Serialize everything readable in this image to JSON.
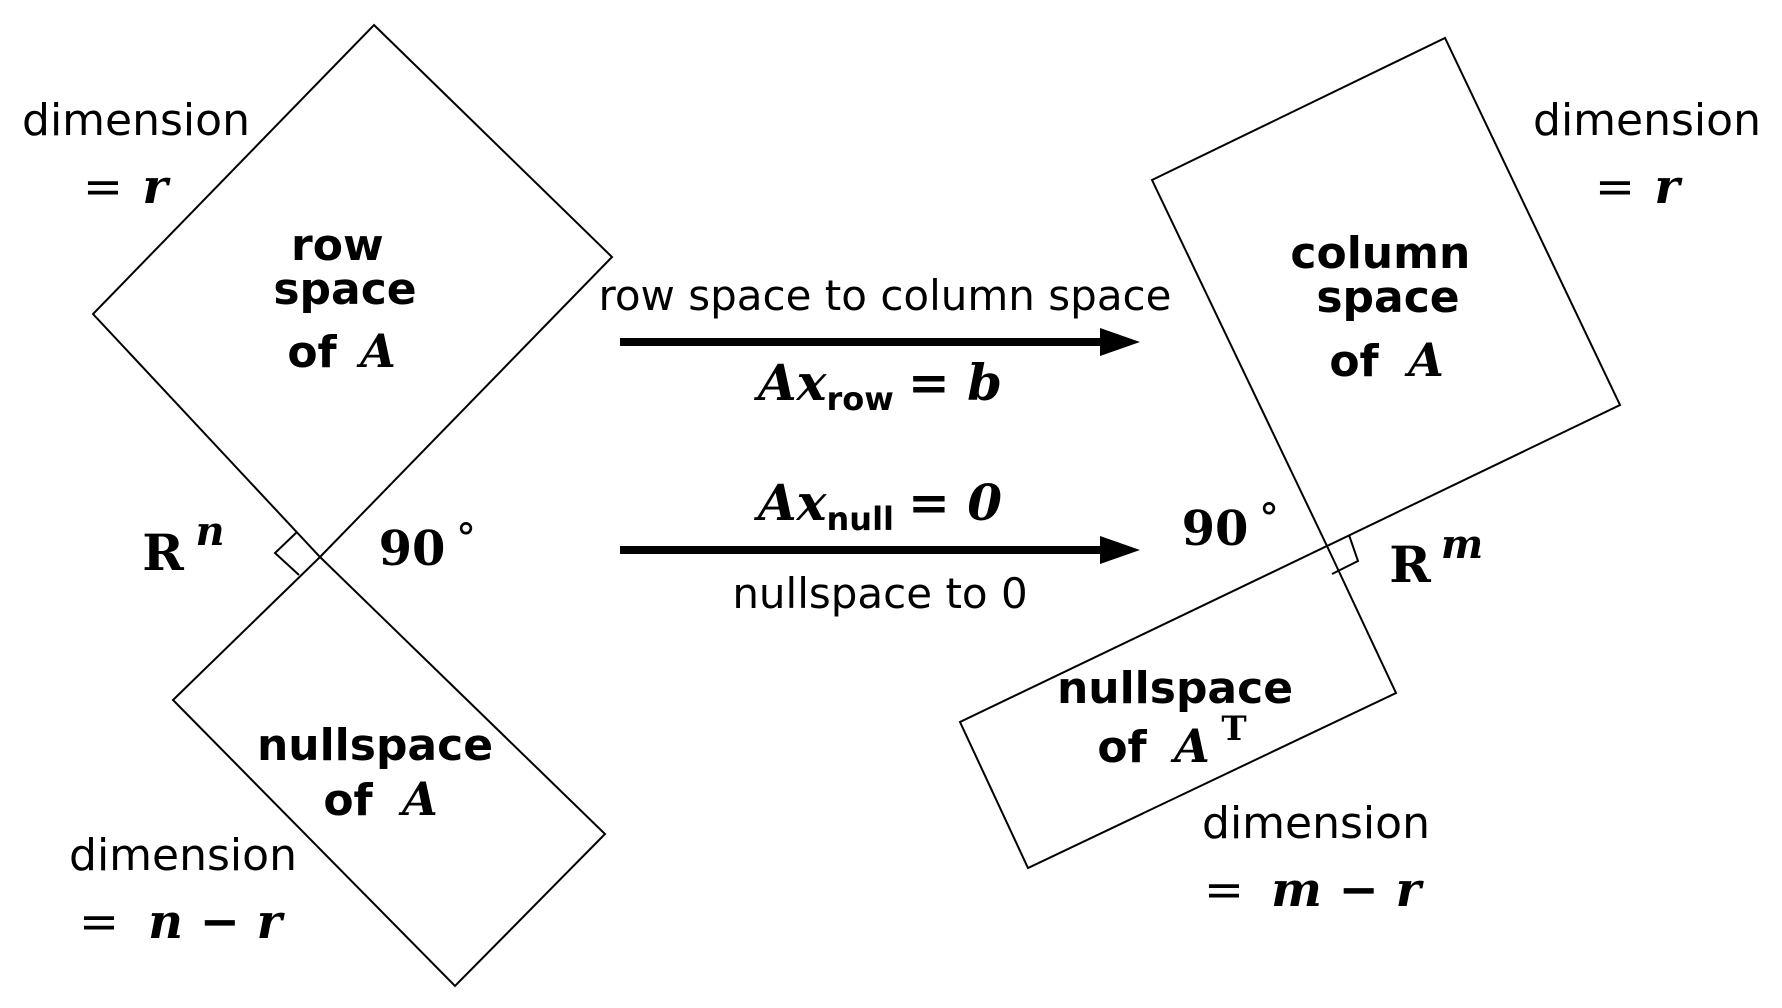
{
  "left": {
    "row_space_label": [
      "row",
      "space",
      "of"
    ],
    "row_space_var": "A",
    "nullspace_label": [
      "nullspace",
      "of"
    ],
    "nullspace_var": "A",
    "dimension_top_word": "dimension",
    "dimension_top_eq": "=",
    "dimension_top_value": "r",
    "dimension_bottom_word": "dimension",
    "dimension_bottom_eq": "=",
    "dimension_bottom_value": "n − r",
    "space_symbol": "R",
    "space_exponent": "n",
    "angle_value": "90",
    "angle_unit": "°"
  },
  "right": {
    "column_space_label": [
      "column",
      "space",
      "of"
    ],
    "column_space_var": "A",
    "left_nullspace_label": [
      "nullspace",
      "of"
    ],
    "left_nullspace_var": "A",
    "left_nullspace_exponent": "T",
    "dimension_top_word": "dimension",
    "dimension_top_eq": "=",
    "dimension_top_value": "r",
    "dimension_bottom_word": "dimension",
    "dimension_bottom_eq": "=",
    "dimension_bottom_value": "m − r",
    "space_symbol": "R",
    "space_exponent": "m",
    "angle_value": "90",
    "angle_unit": "°"
  },
  "arrows": {
    "top_caption": "row space to column space",
    "top_eq_lhs": "Ax",
    "top_eq_sub": "row",
    "top_eq_rhs": "= b",
    "bottom_eq_lhs": "Ax",
    "bottom_eq_sub": "null",
    "bottom_eq_rhs": "= 0",
    "bottom_caption": "nullspace to 0"
  }
}
